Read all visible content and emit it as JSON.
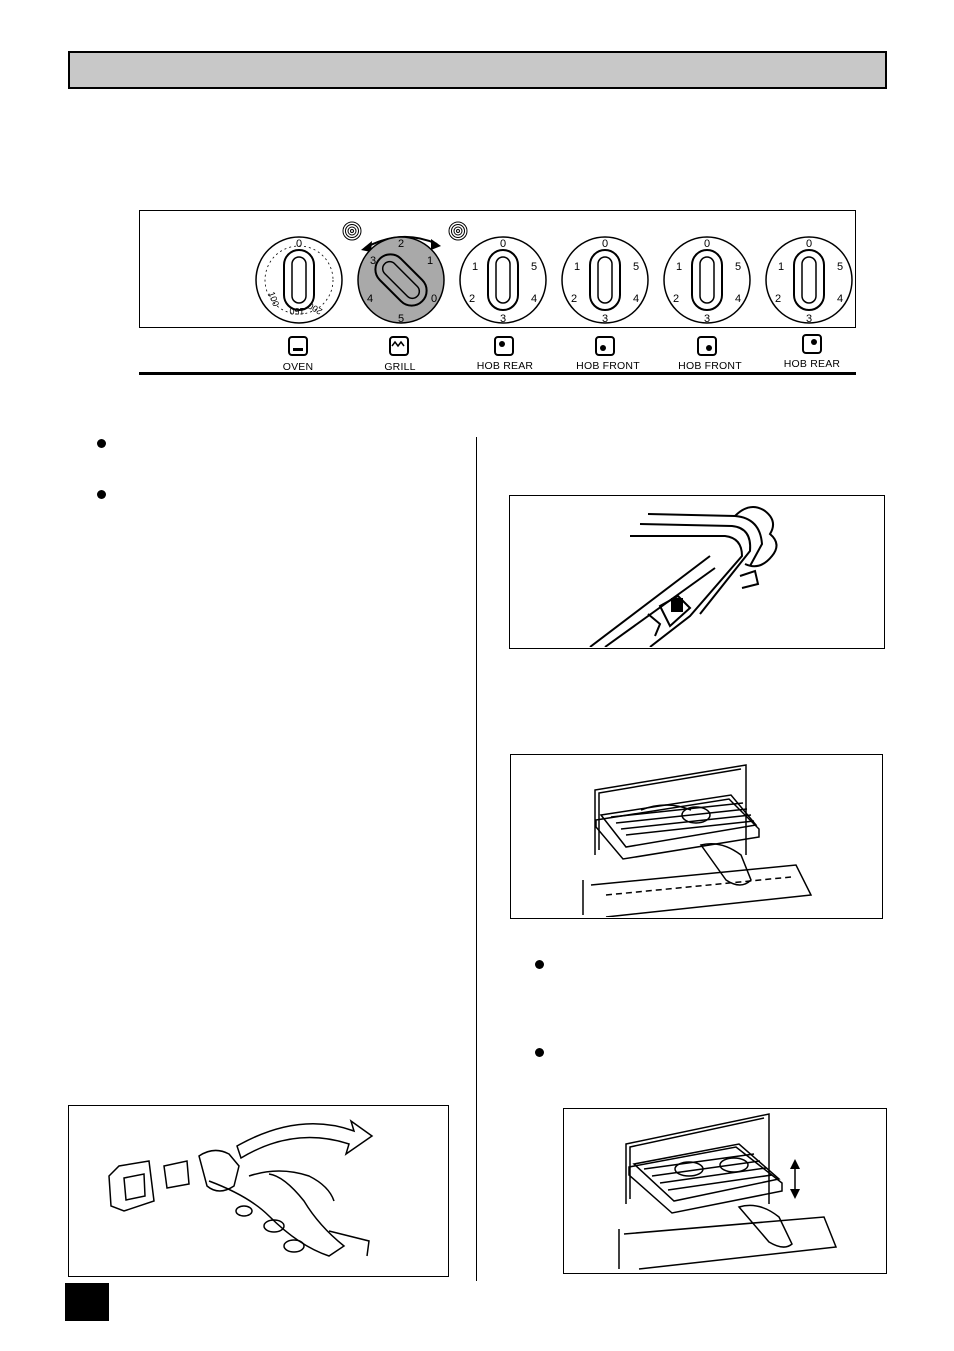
{
  "control_panel": {
    "oven_dial": {
      "top_mark": "0",
      "scale": [
        "100",
        "150",
        "200"
      ]
    },
    "grill_dial": {
      "marks": [
        "0",
        "1",
        "2",
        "3",
        "4",
        "5"
      ]
    },
    "hob_dials": {
      "marks": [
        "0",
        "1",
        "2",
        "3",
        "4",
        "5"
      ]
    },
    "labels": [
      "OVEN",
      "GRILL",
      "HOB REAR",
      "HOB FRONT",
      "HOB FRONT",
      "HOB REAR"
    ],
    "highlight_color": "#a9a9a9"
  },
  "illustrations": [
    {
      "name": "grill-pan-handle-illustration"
    },
    {
      "name": "grill-pan-in-oven-illustration"
    },
    {
      "name": "grill-pan-raise-lower-illustration"
    },
    {
      "name": "handle-attach-illustration"
    }
  ]
}
